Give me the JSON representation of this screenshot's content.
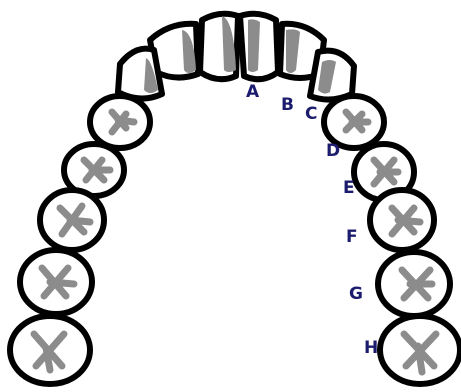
{
  "diagram": {
    "labels": [
      "A",
      "B",
      "C",
      "D",
      "E",
      "F",
      "G",
      "H"
    ]
  },
  "colors": {
    "outline": "#000000",
    "tooth_fill": "#ffffff",
    "enamel_shade": "#8c8c8c",
    "label": "#1c1c6e"
  }
}
